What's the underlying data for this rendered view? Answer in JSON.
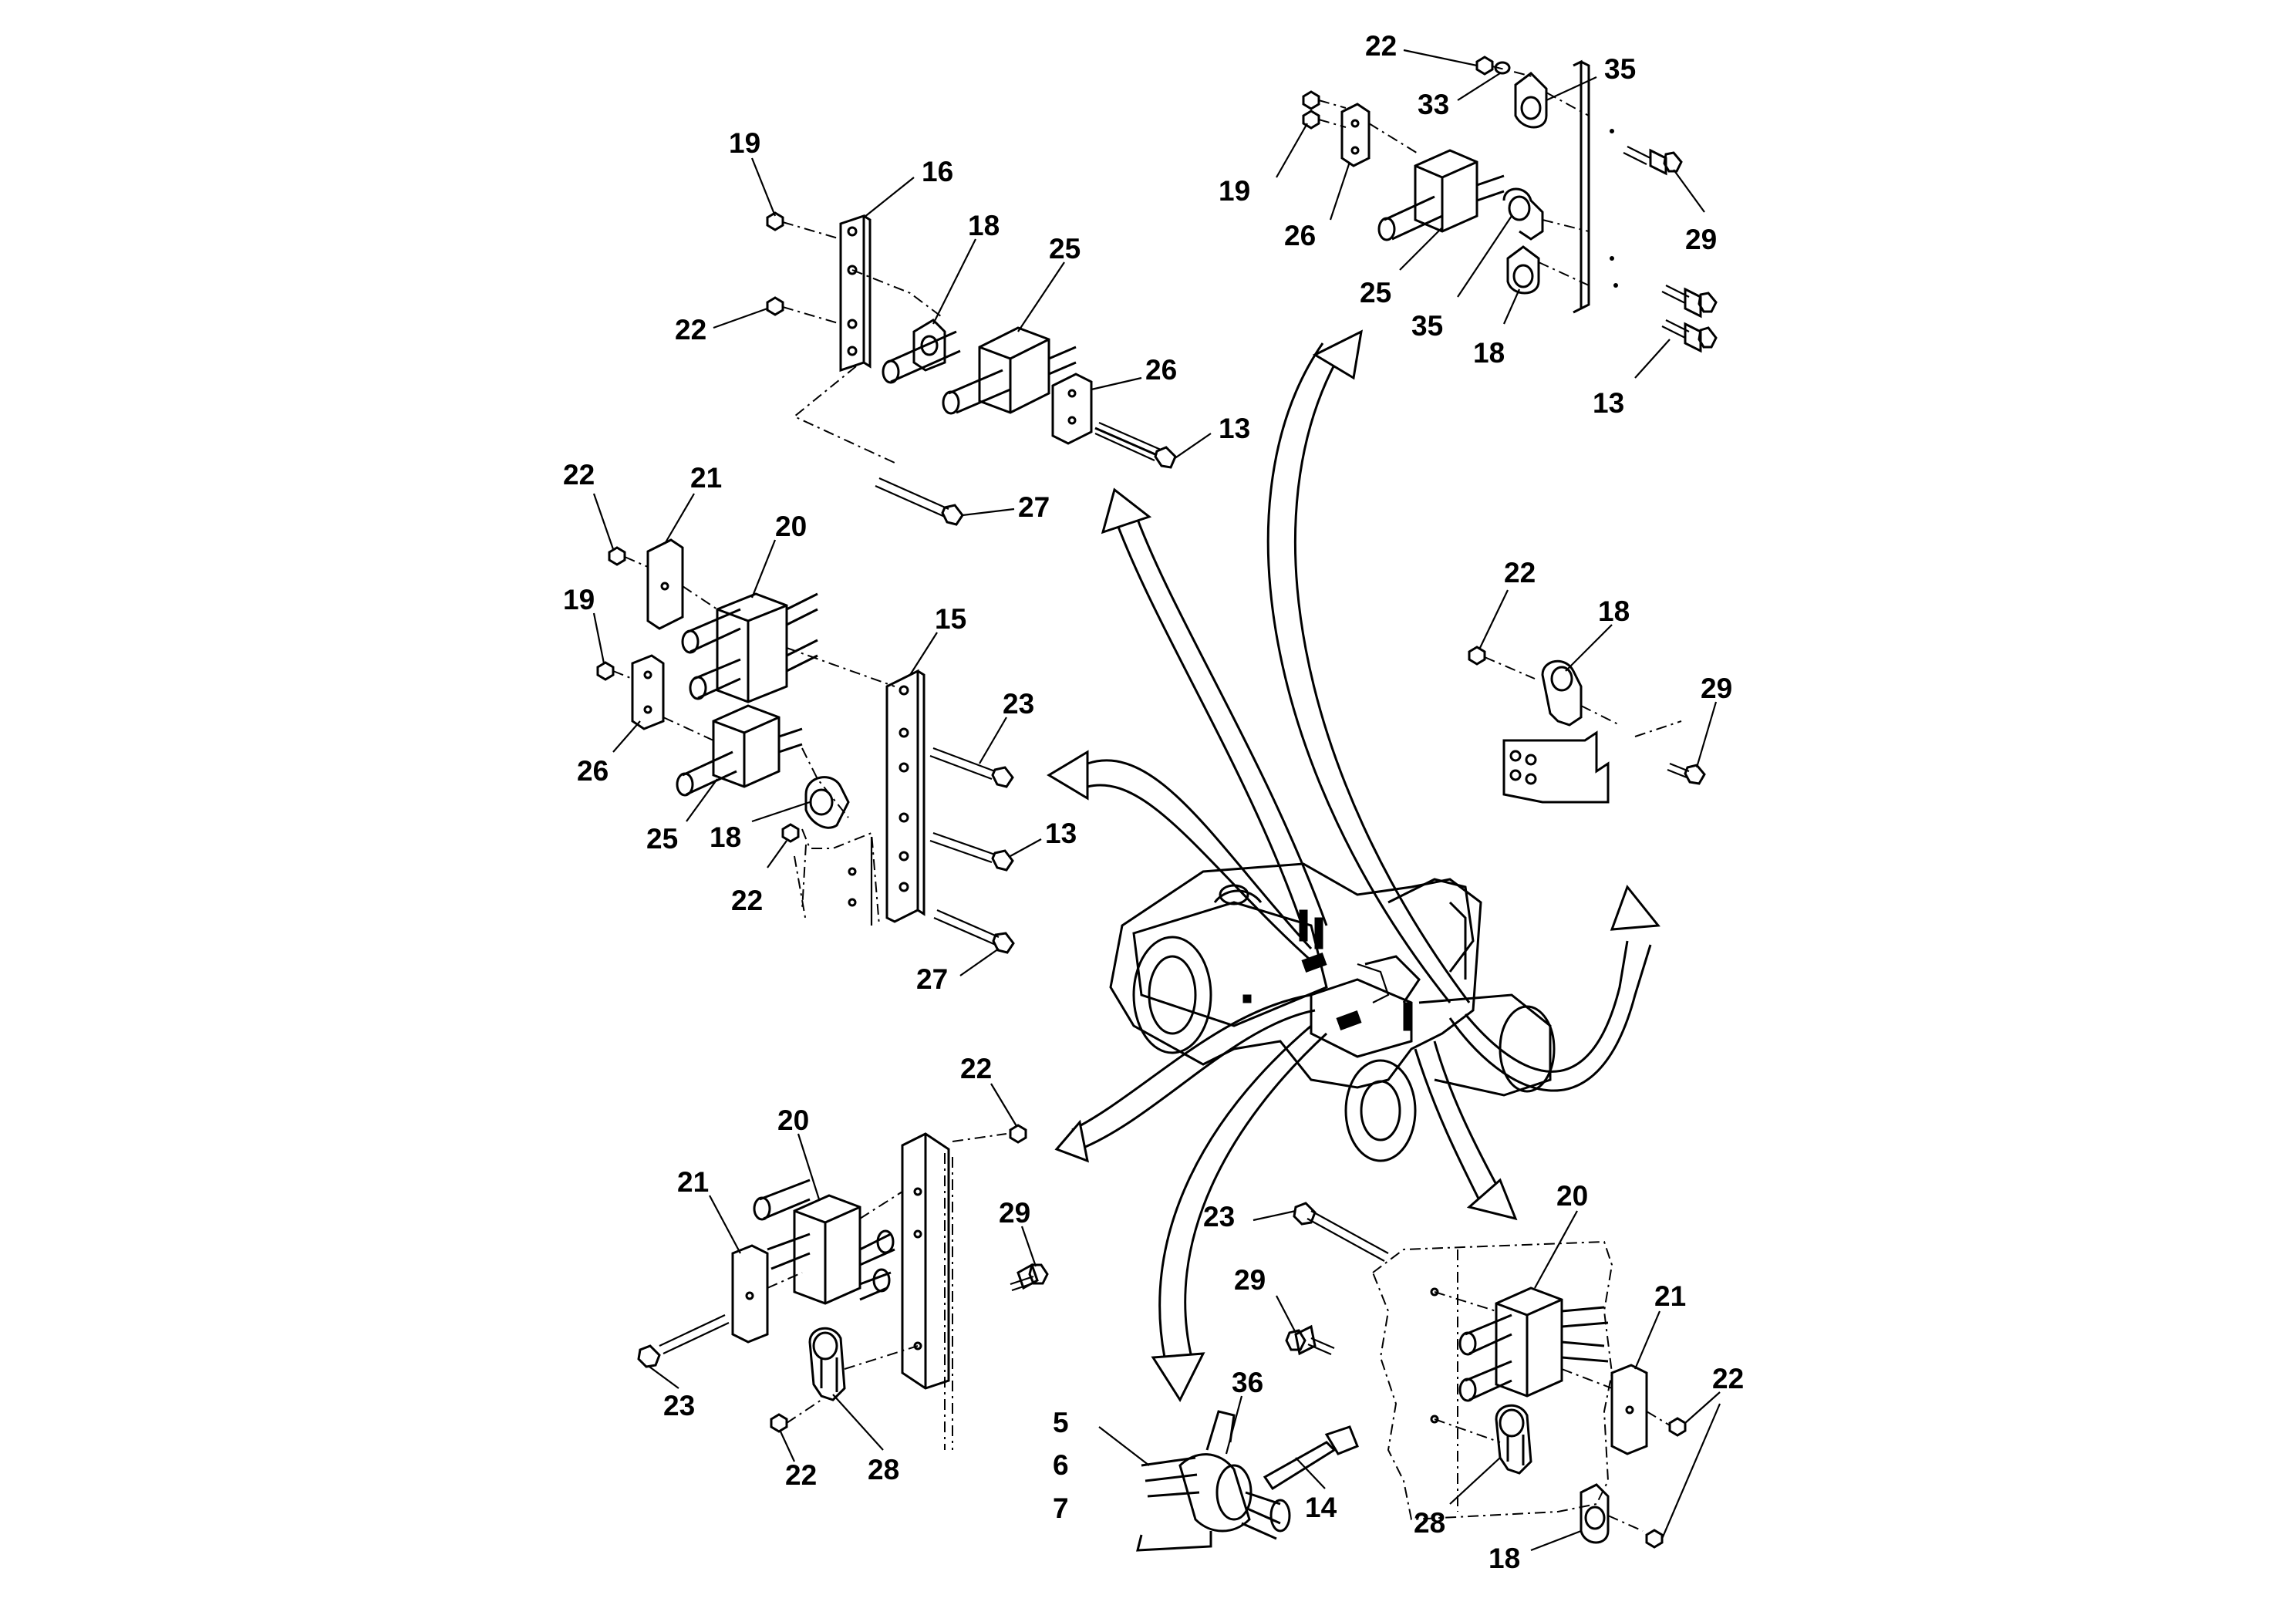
{
  "diagram": {
    "groups": {
      "top_center": [
        "19",
        "16",
        "18",
        "25",
        "22",
        "26",
        "13",
        "27"
      ],
      "top_right": [
        "22",
        "33",
        "35",
        "19",
        "26",
        "29",
        "25",
        "35",
        "18",
        "13"
      ],
      "mid_left": [
        "22",
        "21",
        "20",
        "19",
        "15",
        "23",
        "26",
        "13",
        "25",
        "18",
        "22",
        "27"
      ],
      "mid_right": [
        "22",
        "18",
        "29"
      ],
      "bottom_left": [
        "22",
        "20",
        "21",
        "29",
        "23",
        "22",
        "28"
      ],
      "bottom_center": [
        "5",
        "6",
        "7",
        "36",
        "14"
      ],
      "bottom_right": [
        "23",
        "20",
        "29",
        "21",
        "22",
        "28",
        "18"
      ]
    }
  }
}
